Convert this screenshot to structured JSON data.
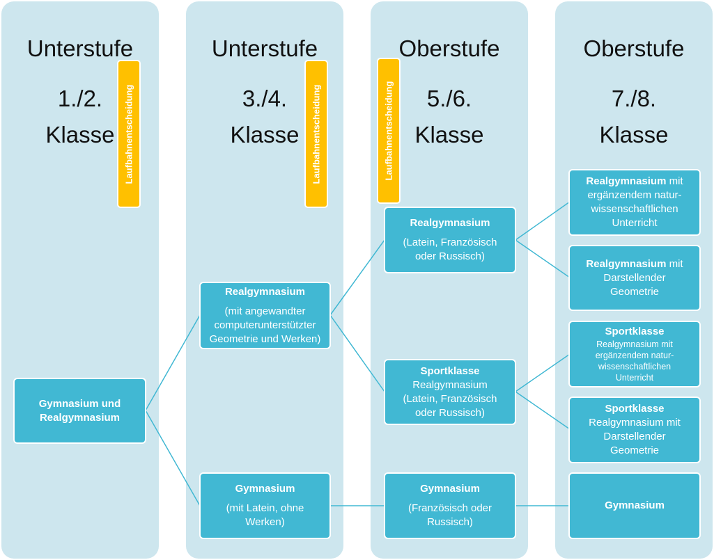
{
  "columns": [
    {
      "title": "Unterstufe",
      "grade_line1": "1./2.",
      "grade_line2": "Klasse"
    },
    {
      "title": "Unterstufe",
      "grade_line1": "3./4.",
      "grade_line2": "Klasse"
    },
    {
      "title": "Oberstufe",
      "grade_line1": "5./6.",
      "grade_line2": "Klasse"
    },
    {
      "title": "Oberstufe",
      "grade_line1": "7./8.",
      "grade_line2": "Klasse"
    }
  ],
  "badge_label": "Laufbahnentscheidung",
  "nodes": {
    "start": {
      "line1": "Gymnasium und",
      "line2": "Realgymnasium"
    },
    "rg34": {
      "title": "Realgymnasium",
      "sub1": "(mit angewandter",
      "sub2": "computerunterstützter",
      "sub3": "Geometrie und Werken)"
    },
    "gym34": {
      "title": "Gymnasium",
      "sub1": "(mit Latein, ohne",
      "sub2": "Werken)"
    },
    "rg56": {
      "title": "Realgymnasium",
      "sub1": "(Latein, Französisch",
      "sub2": "oder Russisch)"
    },
    "sport56": {
      "title": "Sportklasse",
      "sub1": "Realgymnasium",
      "sub2": "(Latein, Französisch",
      "sub3": "oder Russisch)"
    },
    "gym56": {
      "title": "Gymnasium",
      "sub1": "(Französisch oder",
      "sub2": "Russisch)"
    },
    "rg78a": {
      "title": "Realgymnasium",
      "rest": " mit",
      "sub1": "ergänzendem natur-",
      "sub2": "wissenschaftlichen",
      "sub3": "Unterricht"
    },
    "rg78b": {
      "title": "Realgymnasium",
      "rest": " mit",
      "sub1": "Darstellender",
      "sub2": "Geometrie"
    },
    "sport78a": {
      "title": "Sportklasse",
      "sub1": "Realgymnasium mit",
      "sub2": "ergänzendem natur-",
      "sub3": "wissenschaftlichen",
      "sub4": "Unterricht"
    },
    "sport78b": {
      "title": "Sportklasse",
      "sub1": "Realgymnasium mit",
      "sub2": "Darstellender",
      "sub3": "Geometrie"
    },
    "gym78": {
      "title": "Gymnasium"
    }
  },
  "colors": {
    "column_bg": "#cde6ee",
    "node_bg": "#41b8d3",
    "badge_bg": "#ffc000",
    "connector": "#41b8d3"
  }
}
